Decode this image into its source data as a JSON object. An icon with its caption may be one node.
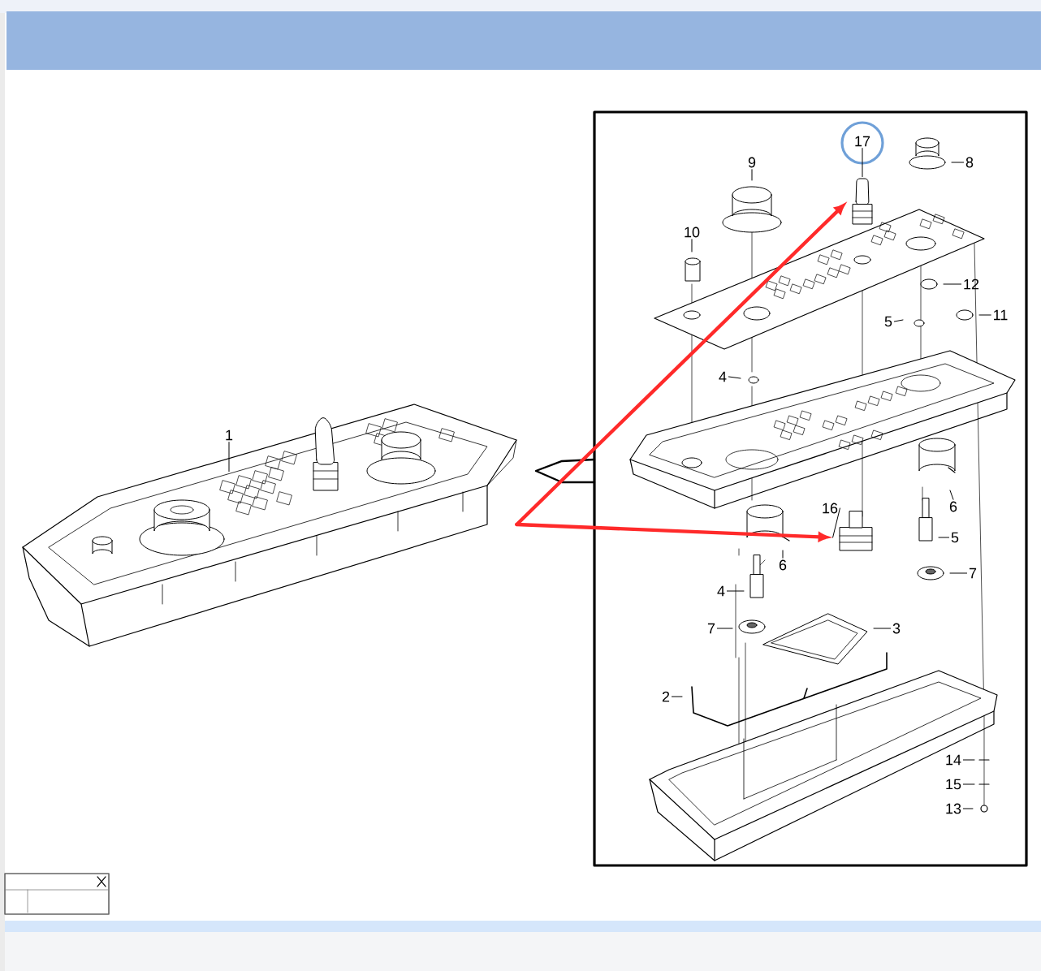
{
  "diagram": {
    "nodes": [
      {
        "text": [
          "1"
        ]
      },
      {
        "text": [
          "17"
        ]
      },
      {
        "text": [
          "8"
        ]
      },
      {
        "text": [
          "9"
        ]
      },
      {
        "text": [
          "10"
        ]
      },
      {
        "text": [
          "12"
        ]
      },
      {
        "text": [
          "11"
        ]
      },
      {
        "text": [
          "5"
        ]
      },
      {
        "text": [
          "4"
        ]
      },
      {
        "text": [
          "16"
        ]
      },
      {
        "text": [
          "6"
        ]
      },
      {
        "text": [
          "5"
        ]
      },
      {
        "text": [
          "6"
        ]
      },
      {
        "text": [
          "7"
        ]
      },
      {
        "text": [
          "4"
        ]
      },
      {
        "text": [
          "7"
        ]
      },
      {
        "text": [
          "3"
        ]
      },
      {
        "text": [
          "2"
        ]
      },
      {
        "text": [
          "14"
        ]
      },
      {
        "text": [
          "15"
        ]
      },
      {
        "text": [
          "13"
        ]
      },
      {
        "text": [],
        "shape": "picture"
      },
      {
        "text": [],
        "shape": "picture"
      },
      {
        "text": [],
        "shape": "picture"
      }
    ],
    "edges": [
      {
        "from": 0,
        "to": 23,
        "arrow": "none"
      },
      {
        "from": 1,
        "to": 21,
        "arrow": "none"
      },
      {
        "from": 2,
        "to": null,
        "arrow": "none"
      },
      {
        "from": 3,
        "to": null,
        "arrow": "none"
      },
      {
        "from": 4,
        "to": null,
        "arrow": "none"
      },
      {
        "from": 5,
        "to": null,
        "arrow": "none"
      },
      {
        "from": 6,
        "to": null,
        "arrow": "none"
      },
      {
        "from": 7,
        "to": null,
        "arrow": "none"
      },
      {
        "from": 8,
        "to": null,
        "arrow": "none"
      },
      {
        "from": 9,
        "to": 22,
        "arrow": "none"
      },
      {
        "from": 10,
        "to": null,
        "arrow": "none"
      },
      {
        "from": 11,
        "to": null,
        "arrow": "none"
      },
      {
        "from": 12,
        "to": null,
        "arrow": "none"
      },
      {
        "from": 13,
        "to": null,
        "arrow": "none"
      },
      {
        "from": 14,
        "to": null,
        "arrow": "none"
      },
      {
        "from": 15,
        "to": null,
        "arrow": "none"
      },
      {
        "from": 16,
        "to": null,
        "arrow": "none"
      },
      {
        "from": 17,
        "to": null,
        "arrow": "none"
      },
      {
        "from": 18,
        "to": null,
        "arrow": "none"
      },
      {
        "from": 19,
        "to": null,
        "arrow": "none"
      },
      {
        "from": 20,
        "to": null,
        "arrow": "none"
      },
      {
        "from": 23,
        "to": 21,
        "arrow": "to",
        "style": "thick",
        "color": "#ff2a2a"
      },
      {
        "from": 23,
        "to": 22,
        "arrow": "to",
        "style": "thick",
        "color": "#ff2a2a"
      }
    ]
  }
}
